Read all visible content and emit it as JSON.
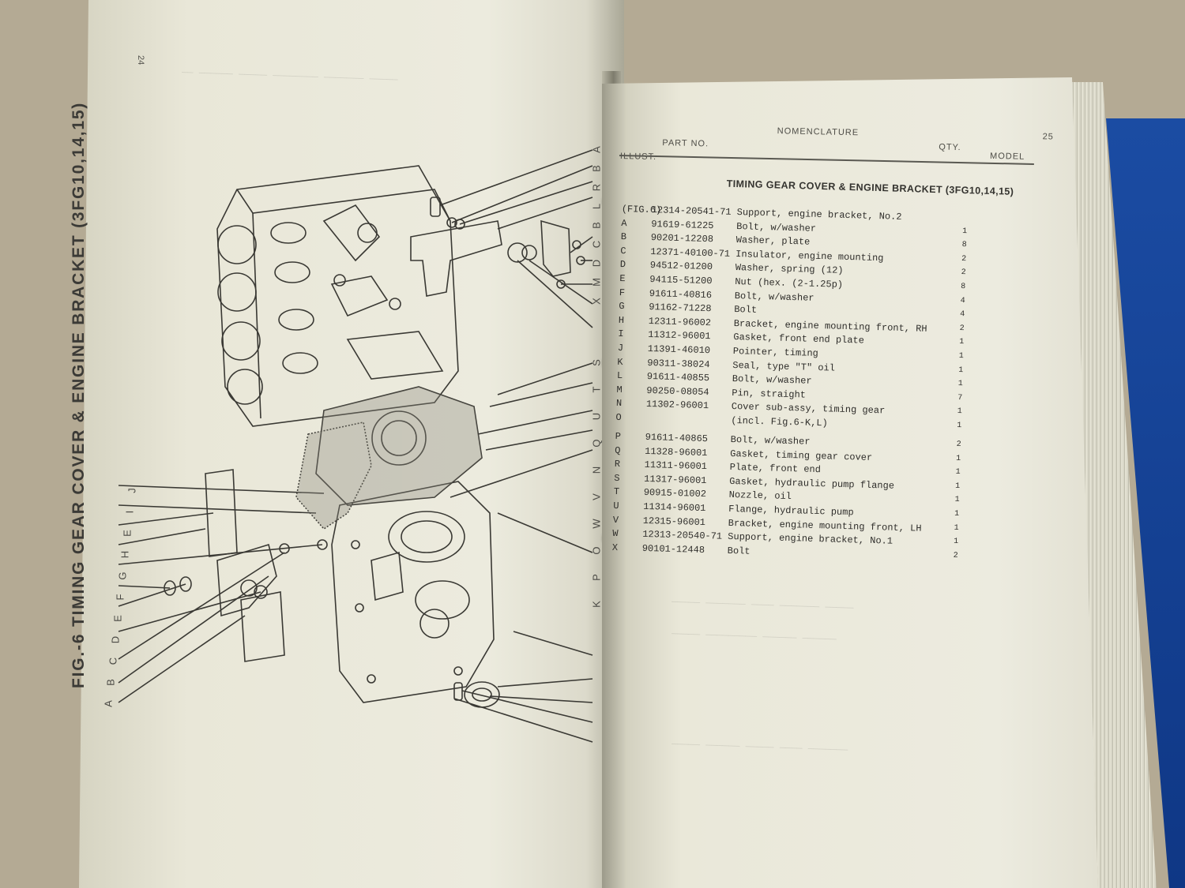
{
  "left_page": {
    "page_number": "24",
    "figure_title": "FIG.-6    TIMING GEAR COVER & ENGINE BRACKET (3FG10,14,15)",
    "callouts_left": [
      "A",
      "B",
      "C",
      "D",
      "E",
      "F",
      "G",
      "H",
      "E",
      "I",
      "J"
    ],
    "callouts_right_top": [
      "A",
      "B",
      "R",
      "L",
      "B",
      "C",
      "D",
      "M",
      "X"
    ],
    "callouts_right_bottom": [
      "S",
      "T",
      "U",
      "Q",
      "N",
      "V",
      "W",
      "O",
      "P",
      "K"
    ]
  },
  "right_page": {
    "page_number": "25",
    "headers": {
      "illust": "ILLUST.",
      "part_no": "PART NO.",
      "nomenclature": "NOMENCLATURE",
      "qty": "QTY.",
      "model": "MODEL"
    },
    "section_title": "TIMING GEAR COVER & ENGINE BRACKET (3FG10,14,15)",
    "parts": [
      {
        "ref": "(FIG.6)",
        "part_no": "12314-20541-71",
        "desc": "Support, engine bracket, No.2",
        "qty": ""
      },
      {
        "ref": "A",
        "part_no": "91619-61225",
        "desc": "Bolt, w/washer",
        "qty": "1"
      },
      {
        "ref": "B",
        "part_no": "90201-12208",
        "desc": "Washer, plate",
        "qty": "8"
      },
      {
        "ref": "C",
        "part_no": "12371-40100-71",
        "desc": "Insulator, engine mounting",
        "qty": "2"
      },
      {
        "ref": "D",
        "part_no": "94512-01200",
        "desc": "Washer, spring (12)",
        "qty": "2"
      },
      {
        "ref": "E",
        "part_no": "94115-51200",
        "desc": "Nut (hex. (2-1.25p)",
        "qty": "8"
      },
      {
        "ref": "F",
        "part_no": "91611-40816",
        "desc": "Bolt, w/washer",
        "qty": "4"
      },
      {
        "ref": "G",
        "part_no": "91162-71228",
        "desc": "Bolt",
        "qty": "4"
      },
      {
        "ref": "H",
        "part_no": "12311-96002",
        "desc": "Bracket, engine mounting front, RH",
        "qty": "2"
      },
      {
        "ref": "I",
        "part_no": "11312-96001",
        "desc": "Gasket, front end plate",
        "qty": "1"
      },
      {
        "ref": "J",
        "part_no": "11391-46010",
        "desc": "Pointer, timing",
        "qty": "1"
      },
      {
        "ref": "K",
        "part_no": "90311-38024",
        "desc": "Seal, type \"T\" oil",
        "qty": "1"
      },
      {
        "ref": "L",
        "part_no": "91611-40855",
        "desc": "Bolt, w/washer",
        "qty": "1"
      },
      {
        "ref": "M",
        "part_no": "90250-08054",
        "desc": "Pin, straight",
        "qty": "7"
      },
      {
        "ref": "N",
        "part_no": "11302-96001",
        "desc": "Cover sub-assy, timing gear",
        "qty": "1"
      },
      {
        "ref": "O",
        "part_no": "",
        "desc": " (incl. Fig.6-K,L)",
        "qty": "1"
      },
      {
        "ref": "P",
        "part_no": "91611-40865",
        "desc": "Bolt, w/washer",
        "qty": "2"
      },
      {
        "ref": "Q",
        "part_no": "11328-96001",
        "desc": "Gasket, timing gear cover",
        "qty": "1"
      },
      {
        "ref": "R",
        "part_no": "11311-96001",
        "desc": "Plate, front end",
        "qty": "1"
      },
      {
        "ref": "S",
        "part_no": "11317-96001",
        "desc": "Gasket, hydraulic pump flange",
        "qty": "1"
      },
      {
        "ref": "T",
        "part_no": "90915-01002",
        "desc": "Nozzle, oil",
        "qty": "1"
      },
      {
        "ref": "U",
        "part_no": "11314-96001",
        "desc": "Flange, hydraulic pump",
        "qty": "1"
      },
      {
        "ref": "V",
        "part_no": "12315-96001",
        "desc": "Bracket, engine mounting front, LH",
        "qty": "1"
      },
      {
        "ref": "W",
        "part_no": "12313-20540-71",
        "desc": "Support, engine bracket, No.1",
        "qty": "1"
      },
      {
        "ref": "X",
        "part_no": "90101-12448",
        "desc": "Bolt",
        "qty": "2"
      }
    ]
  },
  "colors": {
    "background": "#b4aa94",
    "paper": "#eae8d9",
    "ink": "#2f2e2b",
    "cover": "#1b4ca3"
  }
}
